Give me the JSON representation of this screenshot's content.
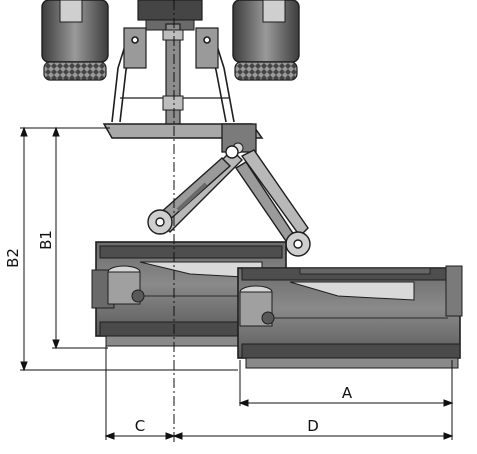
{
  "diagram": {
    "dimensions": {
      "b2": "B2",
      "b1": "B1",
      "a": "A",
      "c": "C",
      "d": "D"
    },
    "colors": {
      "background": "#ffffff",
      "steel_dark": "#5a5a5a",
      "steel_mid": "#7b7b7b",
      "steel_light": "#b8b8b8",
      "outline": "#1e1e1e",
      "dimension_line": "#111111"
    },
    "components": [
      "tractor-left-rear-tire",
      "tractor-right-rear-tire",
      "three-point-hitch",
      "pto-shaft",
      "hitch-frame",
      "telescopic-arm",
      "mulcher-rear-housing",
      "mulcher-front-housing",
      "drive-gearbox"
    ]
  }
}
